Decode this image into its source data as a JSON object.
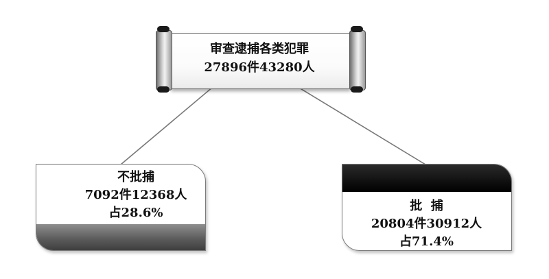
{
  "root": {
    "title": "审查逮捕各类犯罪",
    "stats": "27896件43280人"
  },
  "not_arrested": {
    "label": "不批捕",
    "stats": "7092件12368人",
    "share": "占28.6%"
  },
  "arrested": {
    "label": "批  捕",
    "stats": "20804件30912人",
    "share": "占71.4%"
  }
}
